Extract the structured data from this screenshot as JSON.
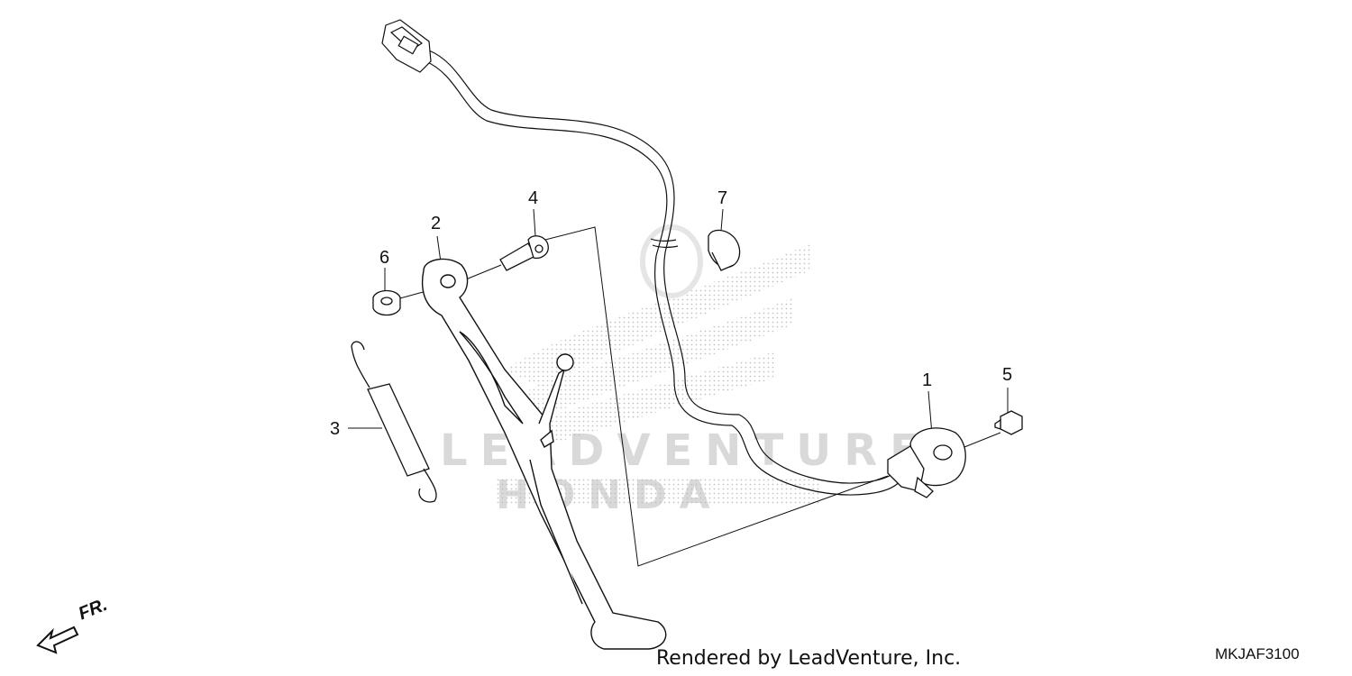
{
  "watermark": {
    "line1": "LEADVENTURE",
    "line2": "HONDA"
  },
  "callouts": [
    {
      "id": "1",
      "label": "1"
    },
    {
      "id": "2",
      "label": "2"
    },
    {
      "id": "3",
      "label": "3"
    },
    {
      "id": "4",
      "label": "4"
    },
    {
      "id": "5",
      "label": "5"
    },
    {
      "id": "6",
      "label": "6"
    },
    {
      "id": "7",
      "label": "7"
    }
  ],
  "direction_label": "FR.",
  "footer": {
    "credit": "Rendered by LeadVenture, Inc.",
    "code": "MKJAF3100"
  }
}
